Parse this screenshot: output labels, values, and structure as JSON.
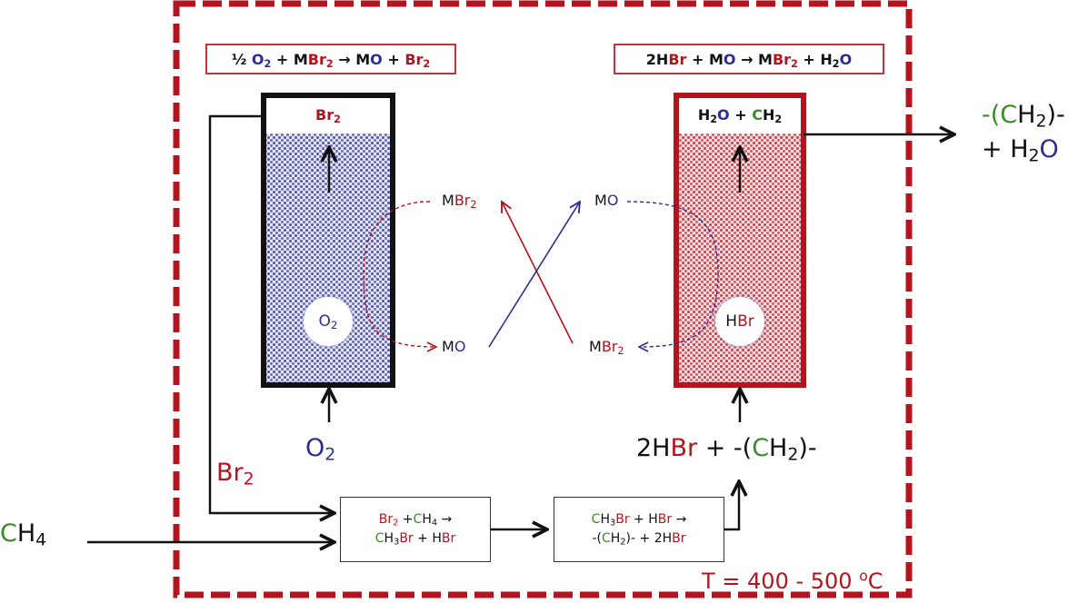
{
  "diagram": {
    "type": "process-flow",
    "boundary": {
      "label": "T = 400 - 500 °C",
      "label_prefix": "T = 400 - 500 ",
      "degree": "o",
      "unit": "C",
      "style": "red-dashed"
    },
    "colors": {
      "bromine": "#b3151f",
      "oxygen": "#2b2f8f",
      "carbon": "#3b8a2a",
      "text": "#111111",
      "oxidation_reactor_fill": "#5b5fb5",
      "bromination_reactor_fill": "#d0404a"
    },
    "left_reactor": {
      "equation": {
        "parts": [
          "½ ",
          "O",
          "2",
          " + M",
          "Br",
          "2",
          " → M",
          "O",
          " + ",
          "Br",
          "2"
        ]
      },
      "equation_text": "½ O2 + MBr2 → MO + Br2",
      "outlet_label": "Br2",
      "bubble_label": "O2",
      "inlet_label": "O2",
      "border_color": "#111111"
    },
    "right_reactor": {
      "equation_text": "2HBr + MO → MBr2 + H2O",
      "outlet_label": "H2O + CH2",
      "bubble_label": "HBr",
      "inlet_label": "2HBr + -(CH2)-",
      "border_color": "#b3151f"
    },
    "solid_transfer": {
      "left_top": "MBr2",
      "left_bottom": "MO",
      "right_top": "MO",
      "right_bottom": "MBr2"
    },
    "product_output": {
      "line1": "-(CH2)-",
      "line2": "+ H2O"
    },
    "feed": {
      "methane": "CH4",
      "bromine_recycle": "Br2"
    },
    "steps": [
      {
        "line1": "Br2 +CH4 →",
        "line2": "CH3Br + HBr"
      },
      {
        "line1": "CH3Br + HBr →",
        "line2": "-(CH2)- + 2HBr"
      }
    ]
  }
}
